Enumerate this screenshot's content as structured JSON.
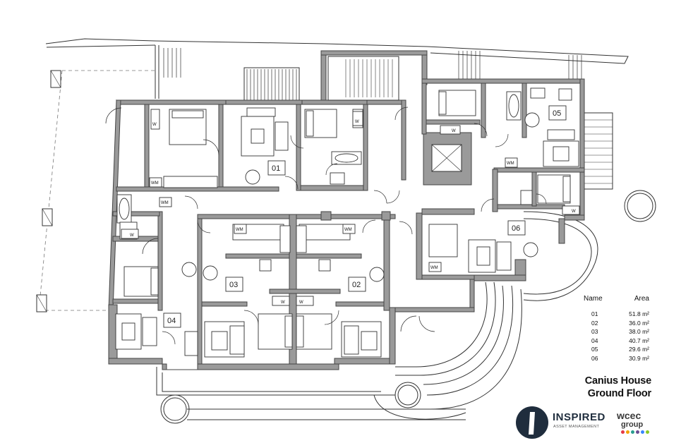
{
  "units": [
    {
      "label": "01"
    },
    {
      "label": "02"
    },
    {
      "label": "03"
    },
    {
      "label": "04"
    },
    {
      "label": "05"
    },
    {
      "label": "06"
    }
  ],
  "fixtures": {
    "wm": "WM",
    "w": "W"
  },
  "area_table": {
    "col_name": "Name",
    "col_area": "Area",
    "rows": [
      {
        "name": "01",
        "area": "51.8 m²"
      },
      {
        "name": "02",
        "area": "36.0 m²"
      },
      {
        "name": "03",
        "area": "38.0 m²"
      },
      {
        "name": "04",
        "area": "40.7 m²"
      },
      {
        "name": "05",
        "area": "29.6 m²"
      },
      {
        "name": "06",
        "area": "30.9 m²"
      }
    ]
  },
  "title": {
    "line1": "Canius House",
    "line2": "Ground Floor"
  },
  "branding": {
    "inspired_name": "INSPIRED",
    "inspired_tagline": "ASSET MANAGEMENT",
    "wcec_line1": "wcec",
    "wcec_line2": "group",
    "wcec_dot_colors": [
      "#e63946",
      "#f4a300",
      "#2a9d8f",
      "#6a4c93",
      "#3a86ff",
      "#8ac926"
    ]
  },
  "colors": {
    "wall_fill": "#9a9a9a",
    "line": "#333333",
    "brand_navy": "#1f2d3d"
  }
}
